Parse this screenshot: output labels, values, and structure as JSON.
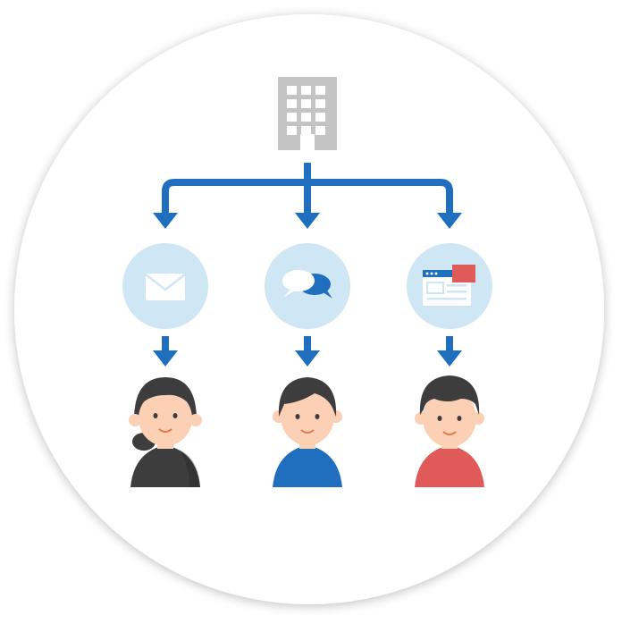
{
  "colors": {
    "background": "#ffffff",
    "circle_fill": "#ffffff",
    "circle_shadow": "#e6e6e6",
    "building": "#c4c4c4",
    "building_window": "#ffffff",
    "arrow": "#1f6fbe",
    "channel_bubble": "#cfe6f4",
    "envelope": "#ffffff",
    "chat_light": "#ffffff",
    "chat_dark": "#1f6fbe",
    "browser_frame": "#ffffff",
    "browser_accent": "#e05a5a",
    "skin": "#fbd0b5",
    "hair": "#3d3d3d",
    "shirt_left": "#3d3d3d",
    "shirt_middle": "#1f6fbe",
    "shirt_right": "#e05a5a"
  },
  "nodes": {
    "source": {
      "icon": "building-icon"
    },
    "channels": [
      {
        "icon": "envelope-icon"
      },
      {
        "icon": "chat-bubbles-icon"
      },
      {
        "icon": "browser-window-icon"
      }
    ],
    "recipients": [
      {
        "icon": "person-woman-icon",
        "shirt": "dark"
      },
      {
        "icon": "person-man-icon",
        "shirt": "blue"
      },
      {
        "icon": "person-boy-icon",
        "shirt": "red"
      }
    ]
  }
}
